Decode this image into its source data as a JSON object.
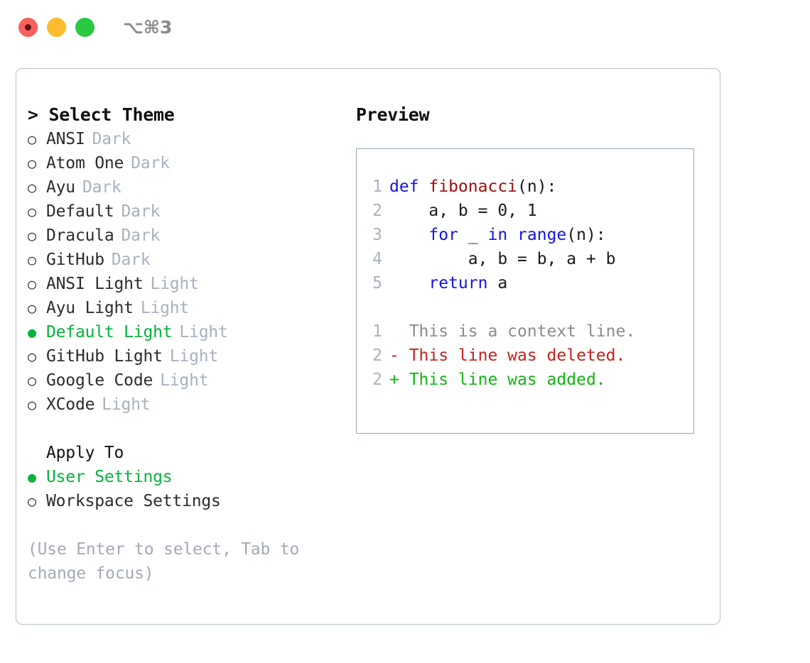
{
  "titlebar": {
    "shortcut": "⌥⌘3",
    "buttons": [
      {
        "name": "close",
        "color": "#f9605b"
      },
      {
        "name": "minimize",
        "color": "#fdbc2e"
      },
      {
        "name": "maximize",
        "color": "#28c840"
      }
    ]
  },
  "accent_color": "#06b23c",
  "theme_list": {
    "header": "> Select Theme",
    "items": [
      {
        "marker": "○",
        "label": "ANSI",
        "tag": "Dark",
        "selected": false
      },
      {
        "marker": "○",
        "label": "Atom One",
        "tag": "Dark",
        "selected": false
      },
      {
        "marker": "○",
        "label": "Ayu",
        "tag": "Dark",
        "selected": false
      },
      {
        "marker": "○",
        "label": "Default",
        "tag": "Dark",
        "selected": false
      },
      {
        "marker": "○",
        "label": "Dracula",
        "tag": "Dark",
        "selected": false
      },
      {
        "marker": "○",
        "label": "GitHub",
        "tag": "Dark",
        "selected": false
      },
      {
        "marker": "○",
        "label": "ANSI Light",
        "tag": "Light",
        "selected": false
      },
      {
        "marker": "○",
        "label": "Ayu Light",
        "tag": "Light",
        "selected": false
      },
      {
        "marker": "●",
        "label": "Default Light",
        "tag": "Light",
        "selected": true
      },
      {
        "marker": "○",
        "label": "GitHub Light",
        "tag": "Light",
        "selected": false
      },
      {
        "marker": "○",
        "label": "Google Code",
        "tag": "Light",
        "selected": false
      },
      {
        "marker": "○",
        "label": "XCode",
        "tag": "Light",
        "selected": false
      }
    ]
  },
  "apply_to": {
    "title": "Apply To",
    "items": [
      {
        "marker": "●",
        "label": "User Settings",
        "selected": true
      },
      {
        "marker": "○",
        "label": "Workspace Settings",
        "selected": false
      }
    ]
  },
  "hint": "(Use Enter to select, Tab to change focus)",
  "preview": {
    "title": "Preview",
    "code_lines": [
      {
        "no": "1",
        "tokens": [
          {
            "t": "def ",
            "c": "kw"
          },
          {
            "t": "fibonacci",
            "c": "fn"
          },
          {
            "t": "(n):",
            "c": "plain"
          }
        ]
      },
      {
        "no": "2",
        "tokens": [
          {
            "t": "    a, b = 0, 1",
            "c": "plain"
          }
        ]
      },
      {
        "no": "3",
        "tokens": [
          {
            "t": "    ",
            "c": "plain"
          },
          {
            "t": "for",
            "c": "kw"
          },
          {
            "t": " _ ",
            "c": "plain"
          },
          {
            "t": "in",
            "c": "kw"
          },
          {
            "t": " ",
            "c": "plain"
          },
          {
            "t": "range",
            "c": "kw"
          },
          {
            "t": "(n):",
            "c": "plain"
          }
        ]
      },
      {
        "no": "4",
        "tokens": [
          {
            "t": "        a, b = b, a + b",
            "c": "plain"
          }
        ]
      },
      {
        "no": "5",
        "tokens": [
          {
            "t": "    ",
            "c": "plain"
          },
          {
            "t": "return",
            "c": "kw"
          },
          {
            "t": " a",
            "c": "plain"
          }
        ]
      }
    ],
    "diff_lines": [
      {
        "no": "1",
        "text": "  This is a context line.",
        "kind": "ctx"
      },
      {
        "no": "2",
        "text": "- This line was deleted.",
        "kind": "del"
      },
      {
        "no": "2",
        "text": "+ This line was added.",
        "kind": "add"
      }
    ]
  }
}
